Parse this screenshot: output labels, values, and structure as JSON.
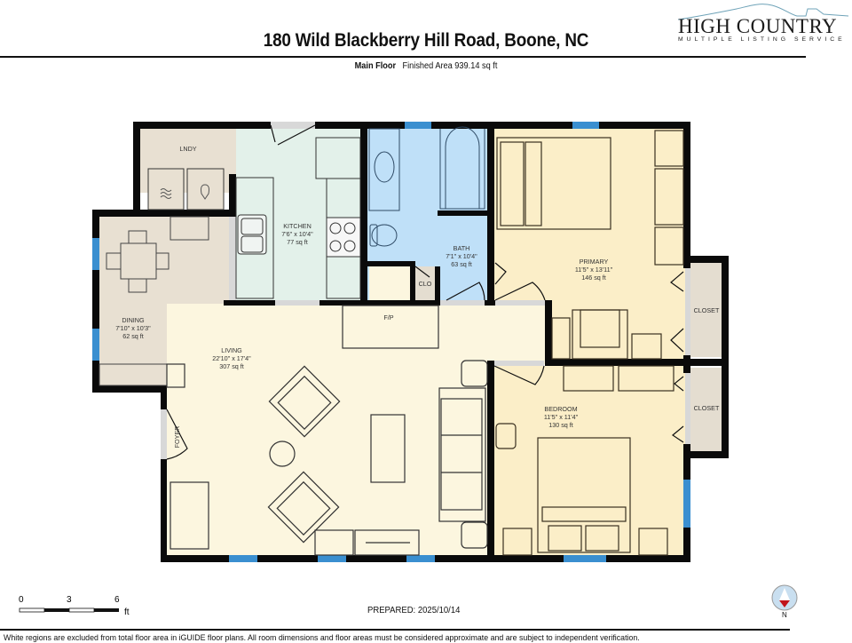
{
  "header": {
    "title": "180 Wild Blackberry Hill Road, Boone, NC",
    "floor_label": "Main Floor",
    "finished_area": "Finished Area 939.14 sq ft"
  },
  "logo": {
    "name": "HIGH COUNTRY",
    "tagline": "MULTIPLE LISTING SERVICE"
  },
  "rooms": [
    {
      "id": "laundry",
      "name": "LNDY",
      "dims": "",
      "area": ""
    },
    {
      "id": "kitchen",
      "name": "KITCHEN",
      "dims": "7'6\" x 10'4\"",
      "area": "77 sq ft"
    },
    {
      "id": "bath",
      "name": "BATH",
      "dims": "7'1\" x 10'4\"",
      "area": "63 sq ft"
    },
    {
      "id": "primary",
      "name": "PRIMARY",
      "dims": "11'5\" x 13'11\"",
      "area": "146 sq ft"
    },
    {
      "id": "dining",
      "name": "DINING",
      "dims": "7'10\" x 10'3\"",
      "area": "62 sq ft"
    },
    {
      "id": "living",
      "name": "LIVING",
      "dims": "22'10\" x 17'4\"",
      "area": "307 sq ft"
    },
    {
      "id": "bedroom",
      "name": "BEDROOM",
      "dims": "11'5\" x 11'4\"",
      "area": "130 sq ft"
    }
  ],
  "labels": {
    "clo": "CLO",
    "closet_primary": "CLOSET",
    "closet_bedroom": "CLOSET",
    "fireplace": "F/P",
    "foyer": "FOYER"
  },
  "colors": {
    "wall": "#0a0a0a",
    "window": "#3a8fd0",
    "laundry_dining": "#e8e0d2",
    "kitchen": "#e3f1ea",
    "bath": "#bfe0f8",
    "bedrooms": "#fbeec8",
    "living": "#fcf6df",
    "closet": "#e4ddd0",
    "opening": "#d8d8d8"
  },
  "scale_bar": {
    "ticks": [
      "0",
      "3",
      "6"
    ],
    "unit": "ft"
  },
  "footer": {
    "prepared": "PREPARED: 2025/10/14",
    "disclaimer": "White regions are excluded from total floor area in iGUIDE floor plans. All room dimensions and floor areas must be considered approximate and are subject to independent verification.",
    "compass_label": "N"
  }
}
